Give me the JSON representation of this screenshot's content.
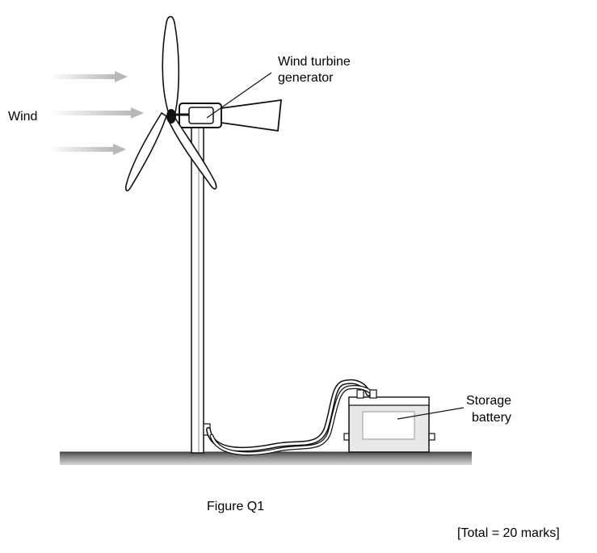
{
  "labels": {
    "wind": "Wind",
    "generator_line1": "Wind turbine",
    "generator_line2": "generator",
    "battery_line1": "Storage",
    "battery_line2": "battery"
  },
  "caption": "Figure Q1",
  "total": "[Total = 20 marks]"
}
